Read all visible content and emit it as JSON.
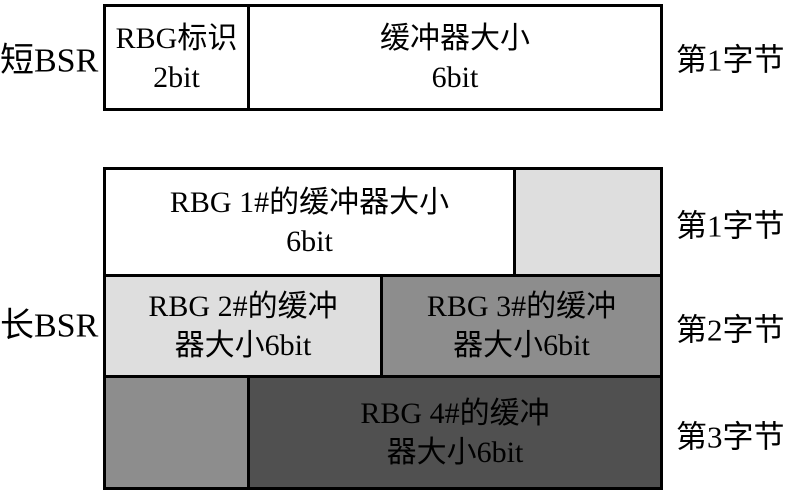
{
  "colors": {
    "background": "#ffffff",
    "border": "#000000",
    "cell_white": "#ffffff",
    "cell_light_gray": "#dedede",
    "cell_medium_gray": "#8d8d8d",
    "cell_dark_gray": "#505050",
    "text": "#000000"
  },
  "short_bsr": {
    "label": "短BSR",
    "byte_label": "第1字节",
    "fields": [
      {
        "line1": "RBG标识",
        "line2": "2bit"
      },
      {
        "line1": "缓冲器大小",
        "line2": "6bit"
      }
    ]
  },
  "long_bsr": {
    "label": "长BSR",
    "rows": [
      {
        "byte_label": "第1字节",
        "cells": [
          {
            "line1": "RBG 1#的缓冲器大小",
            "line2": "6bit"
          },
          {
            "line1": "",
            "line2": ""
          }
        ]
      },
      {
        "byte_label": "第2字节",
        "cells": [
          {
            "line1": "RBG 2#的缓冲",
            "line2": "器大小6bit"
          },
          {
            "line1": "RBG 3#的缓冲",
            "line2": "器大小6bit"
          }
        ]
      },
      {
        "byte_label": "第3字节",
        "cells": [
          {
            "line1": "",
            "line2": ""
          },
          {
            "line1": "RBG 4#的缓冲",
            "line2": "器大小6bit"
          }
        ]
      }
    ]
  }
}
